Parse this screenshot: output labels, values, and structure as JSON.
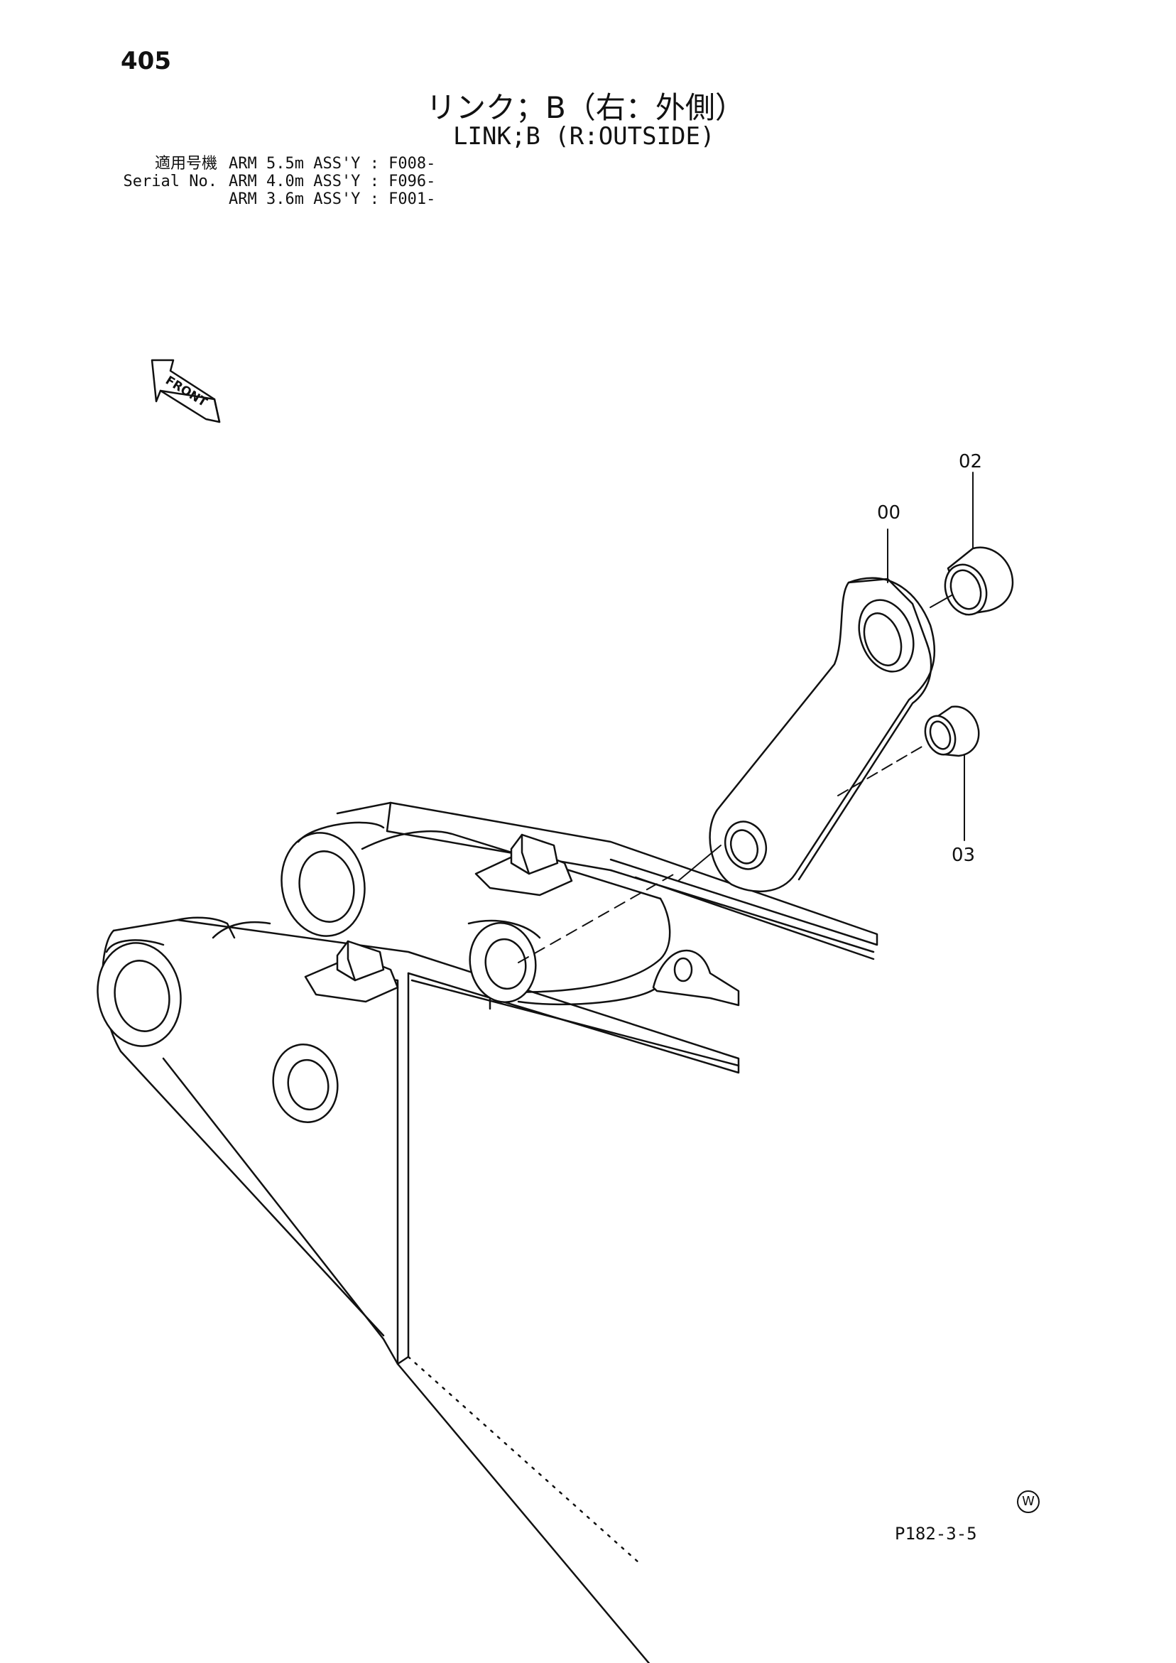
{
  "page": {
    "number": "405"
  },
  "title": {
    "ja": "リンク；B（右：外側）",
    "en": "LINK;B (R:OUTSIDE)"
  },
  "serial": {
    "label_ja": "適用号機",
    "label_en": "Serial No.",
    "rows": [
      {
        "arm": "ARM 5.5m ASS'Y",
        "serial": ": F008-"
      },
      {
        "arm": "ARM 4.0m ASS'Y",
        "serial": ": F096-"
      },
      {
        "arm": "ARM 3.6m ASS'Y",
        "serial": ": F001-"
      }
    ]
  },
  "direction": {
    "label": "FRONT"
  },
  "callouts": {
    "c00": "00",
    "c02": "02",
    "c03": "03"
  },
  "footer": {
    "w_mark": "W",
    "ref_code": "P182-3-5"
  }
}
